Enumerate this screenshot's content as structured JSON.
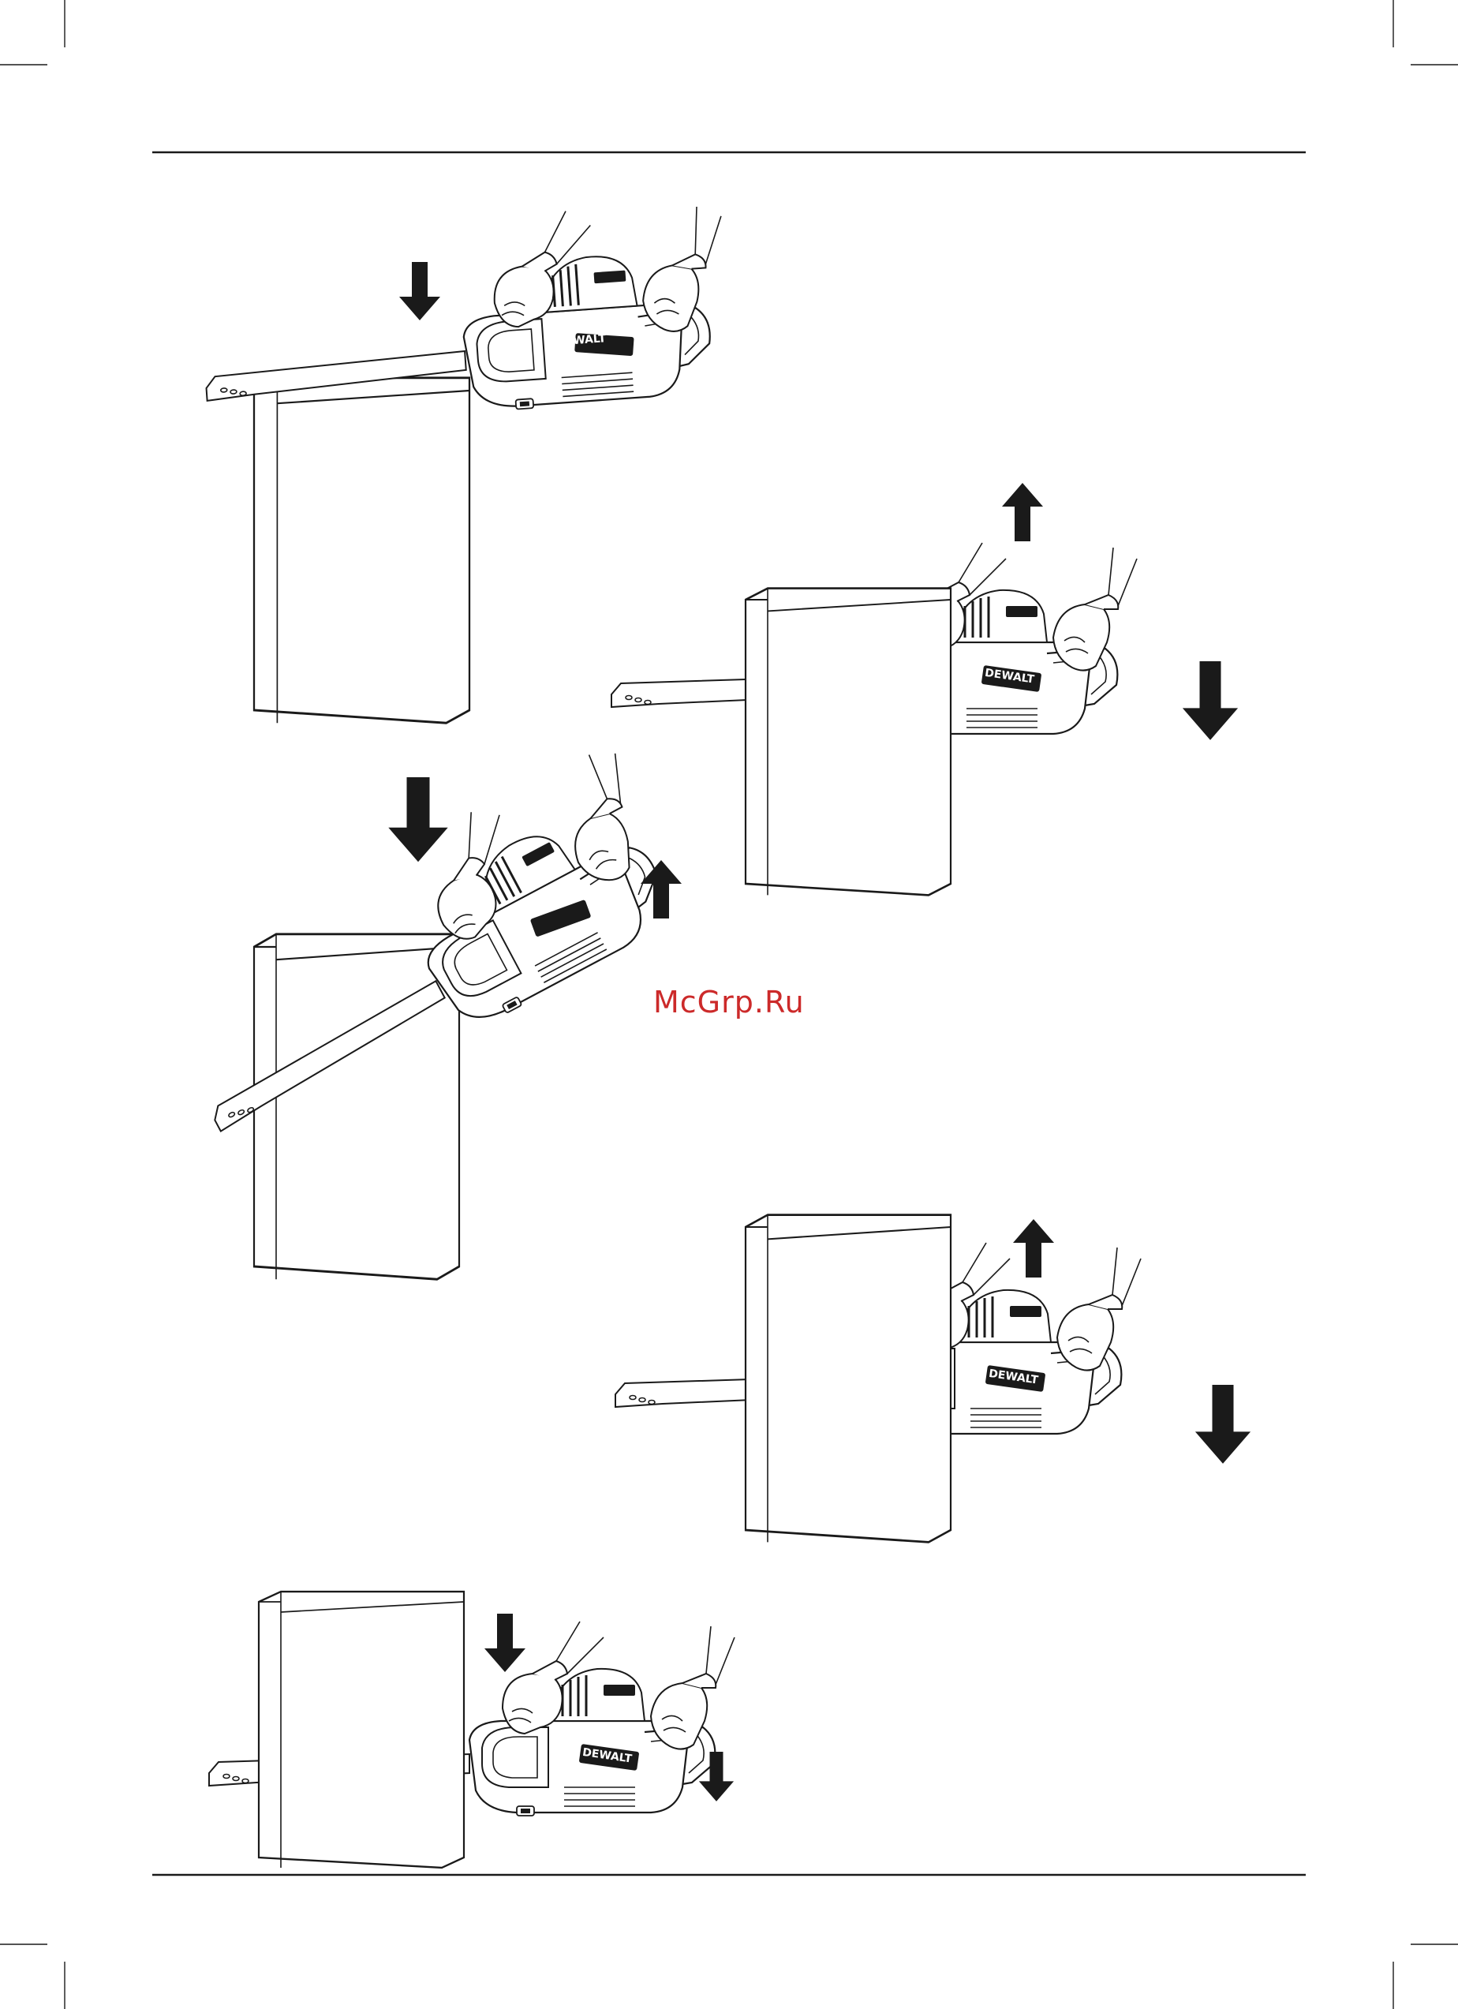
{
  "watermark": {
    "text": "McGrp.Ru",
    "color": "#cc2a2a"
  },
  "brand": {
    "logo_text": "DEWALT"
  },
  "colors": {
    "ink": "#1a1a1a",
    "paper": "#ffffff",
    "arrow": "#1a1a1a"
  },
  "figures": [
    {
      "id": "fig-1",
      "arrows": [
        "down"
      ]
    },
    {
      "id": "fig-2",
      "arrows": [
        "up",
        "down"
      ]
    },
    {
      "id": "fig-3",
      "arrows": [
        "down",
        "up"
      ]
    },
    {
      "id": "fig-4",
      "arrows": [
        "up",
        "down"
      ]
    },
    {
      "id": "fig-5",
      "arrows": [
        "down",
        "down"
      ]
    }
  ]
}
